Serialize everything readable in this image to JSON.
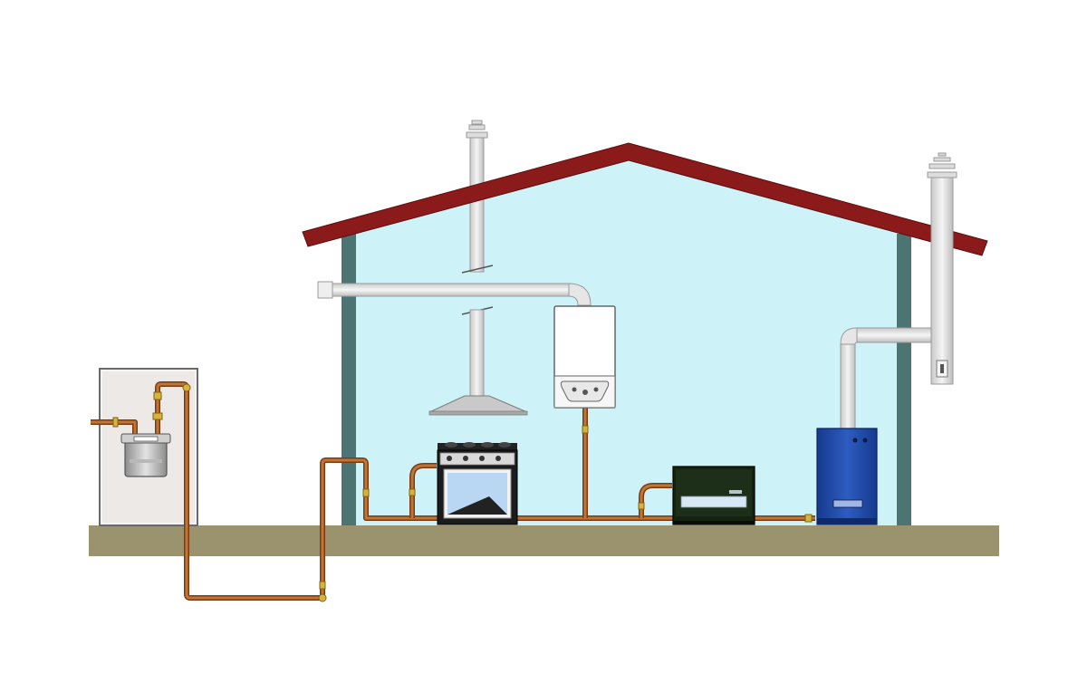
{
  "diagram": {
    "kind": "house gas supply schematic",
    "components": [
      {
        "id": "gas-meter-cabinet",
        "icon": "gas-meter-icon"
      },
      {
        "id": "underground-supply-pipe",
        "icon": "pipe-icon"
      },
      {
        "id": "wall-mounted-boiler",
        "icon": "boiler-icon"
      },
      {
        "id": "range-hood",
        "icon": "range-hood-icon"
      },
      {
        "id": "gas-cooker",
        "icon": "gas-stove-icon"
      },
      {
        "id": "gas-heater",
        "icon": "heater-icon"
      },
      {
        "id": "floor-standing-boiler",
        "icon": "furnace-icon"
      },
      {
        "id": "boiler-flue",
        "icon": "flue-icon"
      },
      {
        "id": "hood-flue",
        "icon": "chimney-icon"
      }
    ],
    "colors": {
      "background": "#ffffff",
      "interior": "#cdf3f8",
      "roof": "#8b1a1a",
      "wall": "#4c7472",
      "ground": "#9b936d",
      "copper_pipe": "#b1632e",
      "furnace": "#2147a0",
      "flue": "#e6e6e6"
    }
  }
}
